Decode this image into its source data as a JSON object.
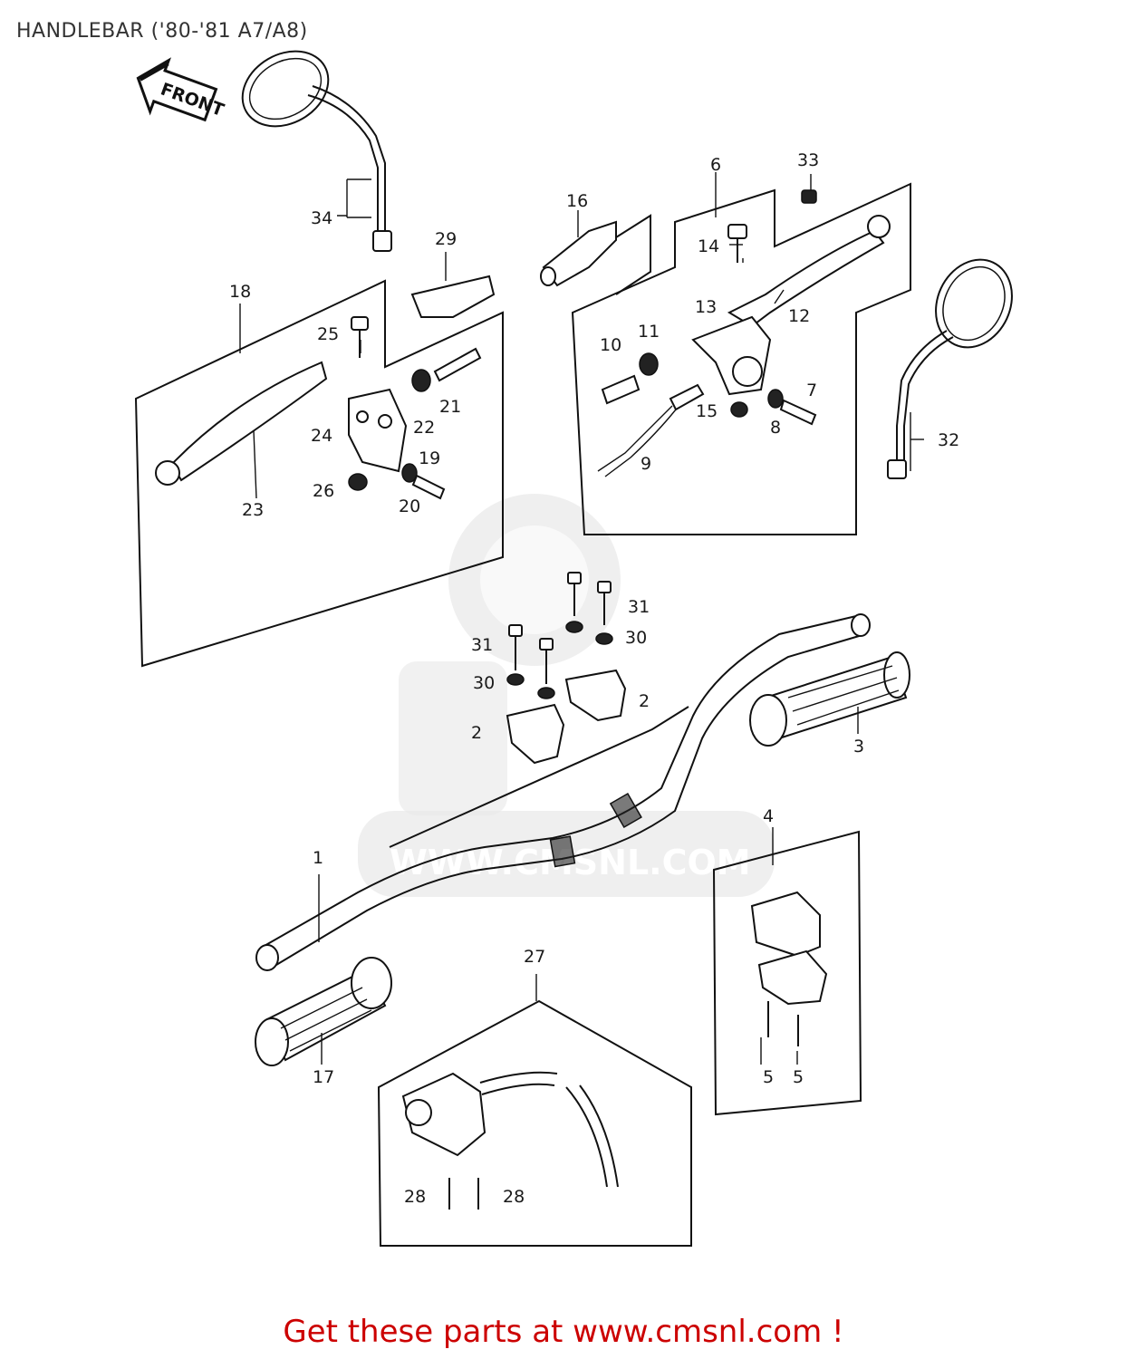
{
  "title": "HANDLEBAR ('80-'81 A7/A8)",
  "front_arrow_label": "FRONT",
  "watermark_text": "WWW.CMSNL.COM",
  "footer_text": "Get these parts at www.cmsnl.com !",
  "colors": {
    "footer": "#cc0000",
    "ink": "#111111",
    "watermark": "#e8e8e8"
  },
  "callouts": {
    "c1": "1",
    "c2a": "2",
    "c2b": "2",
    "c3": "3",
    "c4": "4",
    "c5a": "5",
    "c5b": "5",
    "c6": "6",
    "c7": "7",
    "c8": "8",
    "c9": "9",
    "c10": "10",
    "c11": "11",
    "c12": "12",
    "c13": "13",
    "c14": "14",
    "c15": "15",
    "c16": "16",
    "c17": "17",
    "c18": "18",
    "c19": "19",
    "c20": "20",
    "c21": "21",
    "c22": "22",
    "c23": "23",
    "c24": "24",
    "c25": "25",
    "c26": "26",
    "c27": "27",
    "c28a": "28",
    "c28b": "28",
    "c29": "29",
    "c30a": "30",
    "c30b": "30",
    "c31a": "31",
    "c31b": "31",
    "c32": "32",
    "c33": "33",
    "c34": "34"
  }
}
